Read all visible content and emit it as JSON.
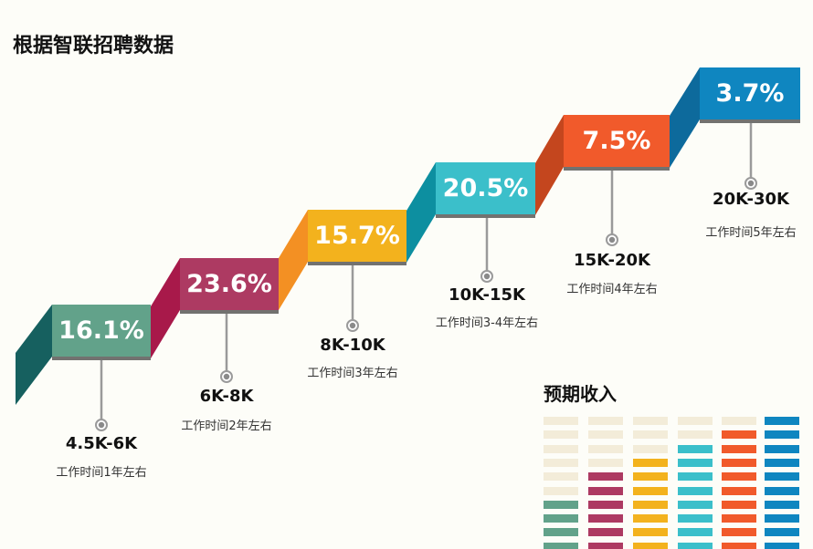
{
  "title": "根据智联招聘数据",
  "legend_title": "预期收入",
  "steps": [
    {
      "percent": "16.1%",
      "range": "4.5K-6K",
      "experience": "工作时间1年左右",
      "color": "#62a28a",
      "side": "#16605f",
      "filled": 4
    },
    {
      "percent": "23.6%",
      "range": "6K-8K",
      "experience": "工作时间2年左右",
      "color": "#ad3a62",
      "side": "#a8194a",
      "filled": 6
    },
    {
      "percent": "15.7%",
      "range": "8K-10K",
      "experience": "工作时间3年左右",
      "color": "#f3b21d",
      "side": "#f39023",
      "filled": 7
    },
    {
      "percent": "20.5%",
      "range": "10K-15K",
      "experience": "工作时间3-4年左右",
      "color": "#3bbfca",
      "side": "#0d8fa0",
      "filled": 8
    },
    {
      "percent": "7.5%",
      "range": "15K-20K",
      "experience": "工作时间4年左右",
      "color": "#f15a2b",
      "side": "#c4461e",
      "filled": 9
    },
    {
      "percent": "3.7%",
      "range": "20K-30K",
      "experience": "工作时间5年左右",
      "color": "#0f86c0",
      "side": "#0d6a9c",
      "filled": 10
    }
  ],
  "empty_color": "#f3ecd9"
}
